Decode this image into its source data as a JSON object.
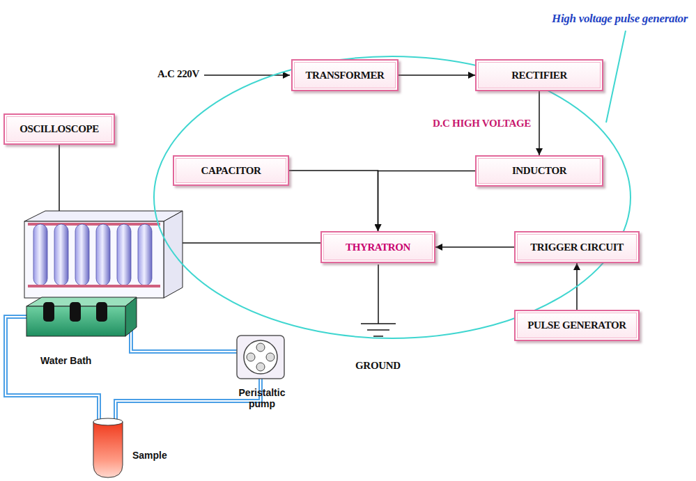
{
  "diagram": {
    "nodes": [
      {
        "text": [
          "OSCILLOSCOPE"
        ]
      },
      {
        "text": [
          "High voltage pulse generator"
        ]
      },
      {
        "text": [
          "TRANSFORMER"
        ],
        "in": 1
      },
      {
        "text": [
          "RECTIFIER"
        ],
        "in": 1
      },
      {
        "text": [
          "CAPACITOR"
        ],
        "in": 1
      },
      {
        "text": [
          "INDUCTOR"
        ],
        "in": 1
      },
      {
        "text": [
          "THYRATRON"
        ],
        "in": 1
      },
      {
        "text": [
          "TRIGGER CIRCUIT"
        ],
        "in": 1
      },
      {
        "text": [
          "PULSE GENERATOR"
        ],
        "in": 1
      }
    ],
    "edges": [
      {
        "from": 2,
        "to": 3,
        "arrow": "to"
      },
      {
        "from": 3,
        "to": 5,
        "arrow": "to",
        "label": "D.C HIGH VOLTAGE"
      },
      {
        "from": 4,
        "to": 6,
        "arrow": "to"
      },
      {
        "from": 5,
        "to": 6,
        "arrow": "to"
      },
      {
        "from": 7,
        "to": 6,
        "arrow": "to"
      },
      {
        "from": 8,
        "to": 7,
        "arrow": "to"
      }
    ],
    "labels": [
      "A.C 220V",
      "GROUND",
      "Water Bath",
      "Peristaltic pump",
      "Sample"
    ]
  }
}
